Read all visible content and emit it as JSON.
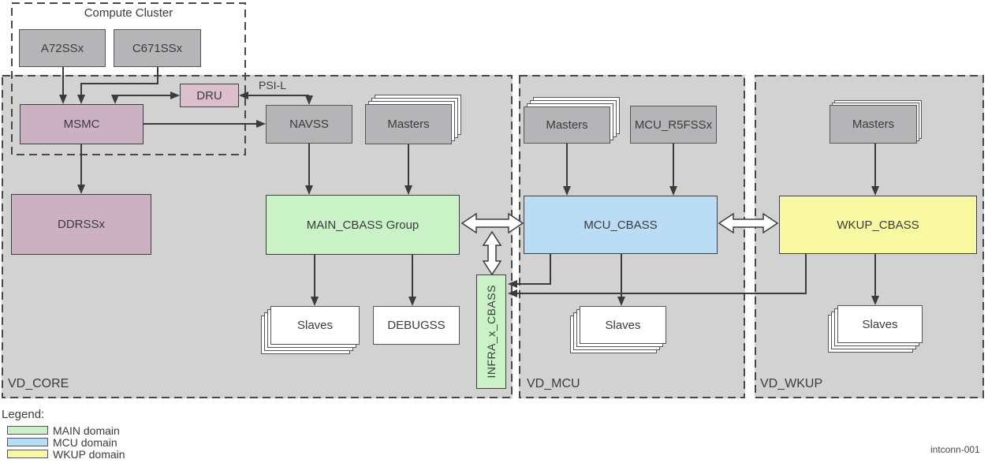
{
  "figure_id": "intconn-001",
  "labels": {
    "psi_l": "PSI-L"
  },
  "colors": {
    "main_domain": "#c9f2c6",
    "mcu_domain": "#badcf4",
    "wkup_domain": "#f9f8a2",
    "memory_pink": "#ccb1c2",
    "dru_pink": "#dcbfcd",
    "gray_box": "#b5b5b7",
    "domain_bg": "#d2d2d2"
  },
  "clusters": {
    "compute": {
      "label": "Compute Cluster"
    }
  },
  "domains": {
    "core": {
      "label": "VD_CORE"
    },
    "mcu": {
      "label": "VD_MCU"
    },
    "wkup": {
      "label": "VD_WKUP"
    }
  },
  "nodes": {
    "a72ssx": {
      "label": "A72SSx"
    },
    "c671ssx": {
      "label": "C671SSx"
    },
    "msmc": {
      "label": "MSMC"
    },
    "dru": {
      "label": "DRU"
    },
    "ddrssx": {
      "label": "DDRSSx"
    },
    "navss": {
      "label": "NAVSS"
    },
    "masters_main": {
      "label": "Masters"
    },
    "main_cbass": {
      "label": "MAIN_CBASS Group"
    },
    "slaves_main": {
      "label": "Slaves"
    },
    "debugss": {
      "label": "DEBUGSS"
    },
    "infra_cbass": {
      "label": "INFRA_x_CBASS"
    },
    "masters_mcu": {
      "label": "Masters"
    },
    "mcu_r5fssx": {
      "label": "MCU_R5FSSx"
    },
    "mcu_cbass": {
      "label": "MCU_CBASS"
    },
    "slaves_mcu": {
      "label": "Slaves"
    },
    "masters_wkup": {
      "label": "Masters"
    },
    "wkup_cbass": {
      "label": "WKUP_CBASS"
    },
    "slaves_wkup": {
      "label": "Slaves"
    }
  },
  "connections": [
    {
      "from": "A72SSx",
      "to": "MSMC",
      "type": "arrow"
    },
    {
      "from": "C671SSx",
      "to": "MSMC",
      "type": "arrow"
    },
    {
      "from": "MSMC",
      "to": "DRU",
      "type": "bidirectional"
    },
    {
      "from": "DRU",
      "to": "NAVSS",
      "type": "bidirectional",
      "label": "PSI-L"
    },
    {
      "from": "MSMC",
      "to": "NAVSS",
      "type": "arrow"
    },
    {
      "from": "MSMC",
      "to": "DDRSSx",
      "type": "arrow"
    },
    {
      "from": "NAVSS",
      "to": "MAIN_CBASS Group",
      "type": "arrow"
    },
    {
      "from": "Masters (MAIN)",
      "to": "MAIN_CBASS Group",
      "type": "arrow"
    },
    {
      "from": "MAIN_CBASS Group",
      "to": "Slaves (MAIN)",
      "type": "arrow"
    },
    {
      "from": "MAIN_CBASS Group",
      "to": "DEBUGSS",
      "type": "arrow"
    },
    {
      "from": "MAIN_CBASS Group",
      "to": "MCU_CBASS",
      "type": "block-bidirectional"
    },
    {
      "from": "MAIN_CBASS Group",
      "to": "INFRA_x_CBASS",
      "type": "block-bidirectional"
    },
    {
      "from": "Masters (MCU)",
      "to": "MCU_CBASS",
      "type": "arrow"
    },
    {
      "from": "MCU_R5FSSx",
      "to": "MCU_CBASS",
      "type": "arrow"
    },
    {
      "from": "MCU_CBASS",
      "to": "Slaves (MCU)",
      "type": "arrow"
    },
    {
      "from": "MCU_CBASS",
      "to": "INFRA_x_CBASS",
      "type": "arrow"
    },
    {
      "from": "MCU_CBASS",
      "to": "WKUP_CBASS",
      "type": "block-bidirectional"
    },
    {
      "from": "Masters (WKUP)",
      "to": "WKUP_CBASS",
      "type": "arrow"
    },
    {
      "from": "WKUP_CBASS",
      "to": "Slaves (WKUP)",
      "type": "arrow"
    },
    {
      "from": "WKUP_CBASS",
      "to": "INFRA_x_CBASS",
      "type": "arrow"
    }
  ],
  "legend": {
    "title": "Legend:",
    "items": [
      {
        "label": "MAIN domain",
        "color": "#c9f2c6"
      },
      {
        "label": "MCU domain",
        "color": "#badcf4"
      },
      {
        "label": "WKUP domain",
        "color": "#f9f8a2"
      }
    ]
  }
}
